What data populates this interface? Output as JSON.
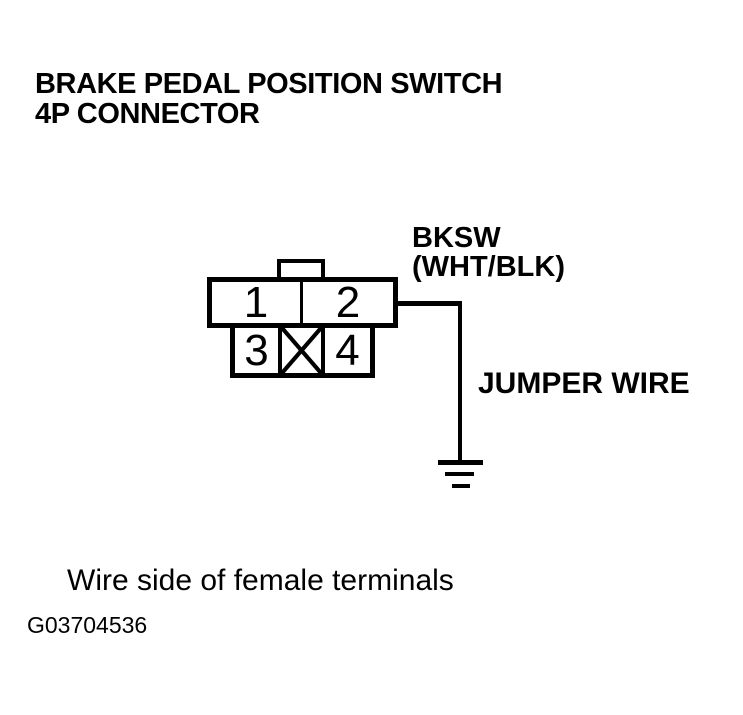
{
  "page": {
    "background": "#ffffff",
    "ink": "#000000"
  },
  "title": {
    "line1": "BRAKE PEDAL POSITION SWITCH",
    "line2": "4P CONNECTOR"
  },
  "connector": {
    "description": "4P connector, wire side of female terminals",
    "terminals": [
      {
        "label": "1",
        "row": "top"
      },
      {
        "label": "2",
        "row": "top"
      },
      {
        "label": "3",
        "row": "bottom"
      },
      {
        "label": "4",
        "row": "bottom"
      }
    ],
    "blocked_cell_icon": "x-mark",
    "key_tab": "top-center"
  },
  "wire": {
    "signal": "BKSW",
    "color": "(WHT/BLK)",
    "jumper_label": "JUMPER WIRE",
    "ground_icon": "earth-ground-symbol",
    "from_terminal": "2"
  },
  "caption": "Wire side of female terminals",
  "figure_id": "G03704536"
}
